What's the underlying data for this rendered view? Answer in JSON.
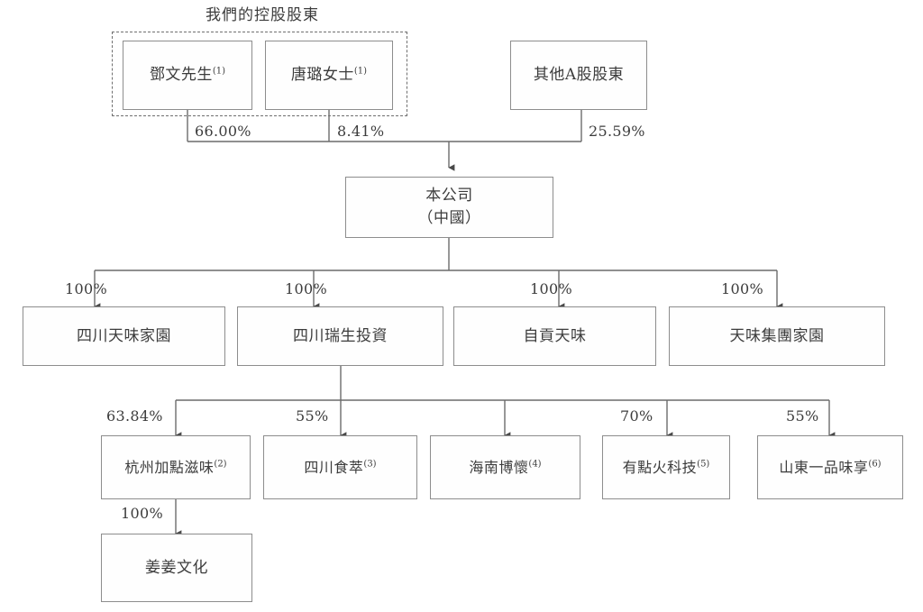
{
  "diagram": {
    "title": "我們的控股股東",
    "group_label": "我們的控股股東",
    "colors": {
      "box_border": "#8d8d8d",
      "dashed_border": "#6f6f6f",
      "connector": "#4a4a4a",
      "text": "#3c3c3c",
      "background": "#ffffff"
    }
  },
  "controlling_group": {
    "title": "我們的控股股東",
    "members": [
      {
        "name": "鄧文先生",
        "footnote": "(1)",
        "ownership": "66.00%"
      },
      {
        "name": "唐璐女士",
        "footnote": "(1)",
        "ownership": "8.41%"
      }
    ]
  },
  "other_shareholder": {
    "name": "其他A股股東",
    "footnote": "",
    "ownership": "25.59%"
  },
  "company": {
    "line1": "本公司",
    "line2": "（中國）"
  },
  "level2": [
    {
      "name": "四川天味家園",
      "footnote": "",
      "ownership": "100%"
    },
    {
      "name": "四川瑞生投資",
      "footnote": "",
      "ownership": "100%"
    },
    {
      "name": "自貢天味",
      "footnote": "",
      "ownership": "100%"
    },
    {
      "name": "天味集團家園",
      "footnote": "",
      "ownership": "100%"
    }
  ],
  "level3": [
    {
      "name": "杭州加點滋味",
      "footnote": "(2)",
      "ownership": "63.84%"
    },
    {
      "name": "四川食萃",
      "footnote": "(3)",
      "ownership": "55%"
    },
    {
      "name": "海南博懷",
      "footnote": "(4)",
      "ownership": ""
    },
    {
      "name": "有點火科技",
      "footnote": "(5)",
      "ownership": "70%"
    },
    {
      "name": "山東一品味享",
      "footnote": "(6)",
      "ownership": "55%"
    }
  ],
  "level4": [
    {
      "name": "姜姜文化",
      "footnote": "",
      "ownership": "100%"
    }
  ]
}
